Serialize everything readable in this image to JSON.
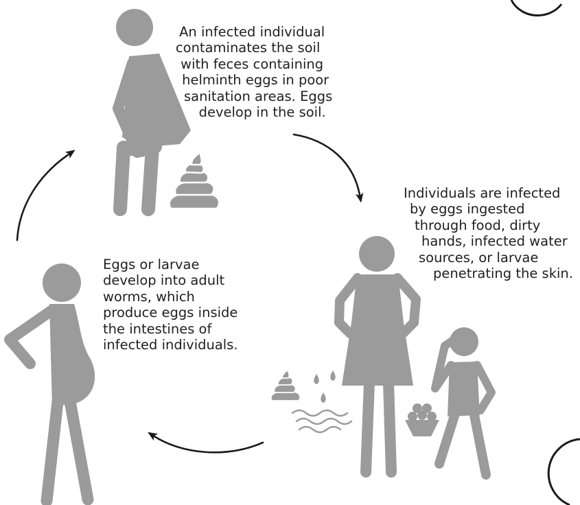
{
  "captions": [
    {
      "lines": [
        "An infected individual",
        "contaminates the soil",
        "with feces containing",
        "helminth eggs in poor",
        "sanitation areas. Eggs",
        "develop in the soil."
      ]
    },
    {
      "lines": [
        "Individuals are infected",
        "by eggs ingested",
        "through food, dirty",
        "hands, infected water",
        "sources, or larvae",
        "penetrating the skin."
      ]
    },
    {
      "lines": [
        "Eggs or larvae",
        "develop into adult",
        "worms, which",
        "produce eggs inside",
        "the intestines of",
        "infected individuals."
      ]
    }
  ],
  "colors": {
    "figure": "#9b9b9b",
    "arrow": "#1a1a1a",
    "text": "#1f1f1f",
    "background": "#ffffff"
  },
  "icons": [
    "sitting-person-icon",
    "feces-pile-icon",
    "woman-icon",
    "child-eating-icon",
    "fruit-basket-icon",
    "small-feces-icon",
    "water-drops-icon",
    "water-waves-icon",
    "infected-man-icon",
    "cycle-arrow-icon"
  ]
}
